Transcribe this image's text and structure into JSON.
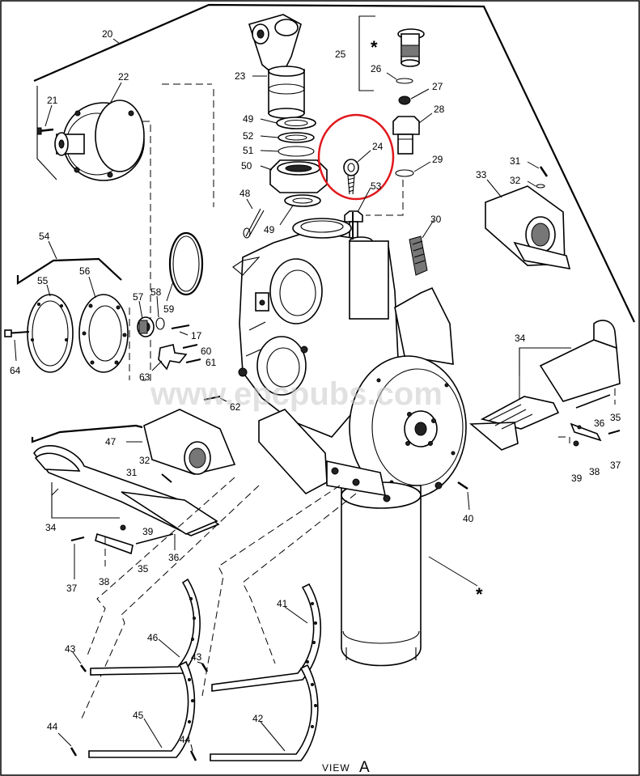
{
  "callouts": [
    {
      "id": "c20",
      "text": "20"
    },
    {
      "id": "c21",
      "text": "21"
    },
    {
      "id": "c22",
      "text": "22"
    },
    {
      "id": "c23",
      "text": "23"
    },
    {
      "id": "c25",
      "text": "25"
    },
    {
      "id": "c26",
      "text": "26"
    },
    {
      "id": "c27",
      "text": "27"
    },
    {
      "id": "c28",
      "text": "28"
    },
    {
      "id": "c29",
      "text": "29"
    },
    {
      "id": "c24",
      "text": "24"
    },
    {
      "id": "c53",
      "text": "53"
    },
    {
      "id": "c49a",
      "text": "49"
    },
    {
      "id": "c52",
      "text": "52"
    },
    {
      "id": "c51",
      "text": "51"
    },
    {
      "id": "c50",
      "text": "50"
    },
    {
      "id": "c48",
      "text": "48"
    },
    {
      "id": "c49b",
      "text": "49"
    },
    {
      "id": "c30",
      "text": "30"
    },
    {
      "id": "c31a",
      "text": "31"
    },
    {
      "id": "c32a",
      "text": "32"
    },
    {
      "id": "c33",
      "text": "33"
    },
    {
      "id": "c54",
      "text": "54"
    },
    {
      "id": "c55",
      "text": "55"
    },
    {
      "id": "c56",
      "text": "56"
    },
    {
      "id": "c57",
      "text": "57"
    },
    {
      "id": "c58",
      "text": "58"
    },
    {
      "id": "c59",
      "text": "59"
    },
    {
      "id": "c17",
      "text": "17"
    },
    {
      "id": "c60",
      "text": "60"
    },
    {
      "id": "c61",
      "text": "61"
    },
    {
      "id": "c63",
      "text": "63"
    },
    {
      "id": "c64",
      "text": "64"
    },
    {
      "id": "c62",
      "text": "62"
    },
    {
      "id": "c34a",
      "text": "34"
    },
    {
      "id": "c36a",
      "text": "36"
    },
    {
      "id": "c35a",
      "text": "35"
    },
    {
      "id": "c37a",
      "text": "37"
    },
    {
      "id": "c39a",
      "text": "39"
    },
    {
      "id": "c38a",
      "text": "38"
    },
    {
      "id": "c47",
      "text": "47"
    },
    {
      "id": "c32b",
      "text": "32"
    },
    {
      "id": "c31b",
      "text": "31"
    },
    {
      "id": "c34b",
      "text": "34"
    },
    {
      "id": "c39b",
      "text": "39"
    },
    {
      "id": "c36b",
      "text": "36"
    },
    {
      "id": "c37b",
      "text": "37"
    },
    {
      "id": "c38b",
      "text": "38"
    },
    {
      "id": "c35b",
      "text": "35"
    },
    {
      "id": "c40",
      "text": "40"
    },
    {
      "id": "c41",
      "text": "41"
    },
    {
      "id": "c46",
      "text": "46"
    },
    {
      "id": "c43a",
      "text": "43"
    },
    {
      "id": "c43b",
      "text": "43"
    },
    {
      "id": "c45",
      "text": "45"
    },
    {
      "id": "c42",
      "text": "42"
    },
    {
      "id": "c44a",
      "text": "44"
    },
    {
      "id": "c44b",
      "text": "44"
    }
  ],
  "asterisk_marks": [
    "*",
    "*"
  ],
  "view_label": {
    "word": "VIEW",
    "letter": "A"
  },
  "watermark": "www.epcpubs.com",
  "highlight_color": "#e0181c"
}
